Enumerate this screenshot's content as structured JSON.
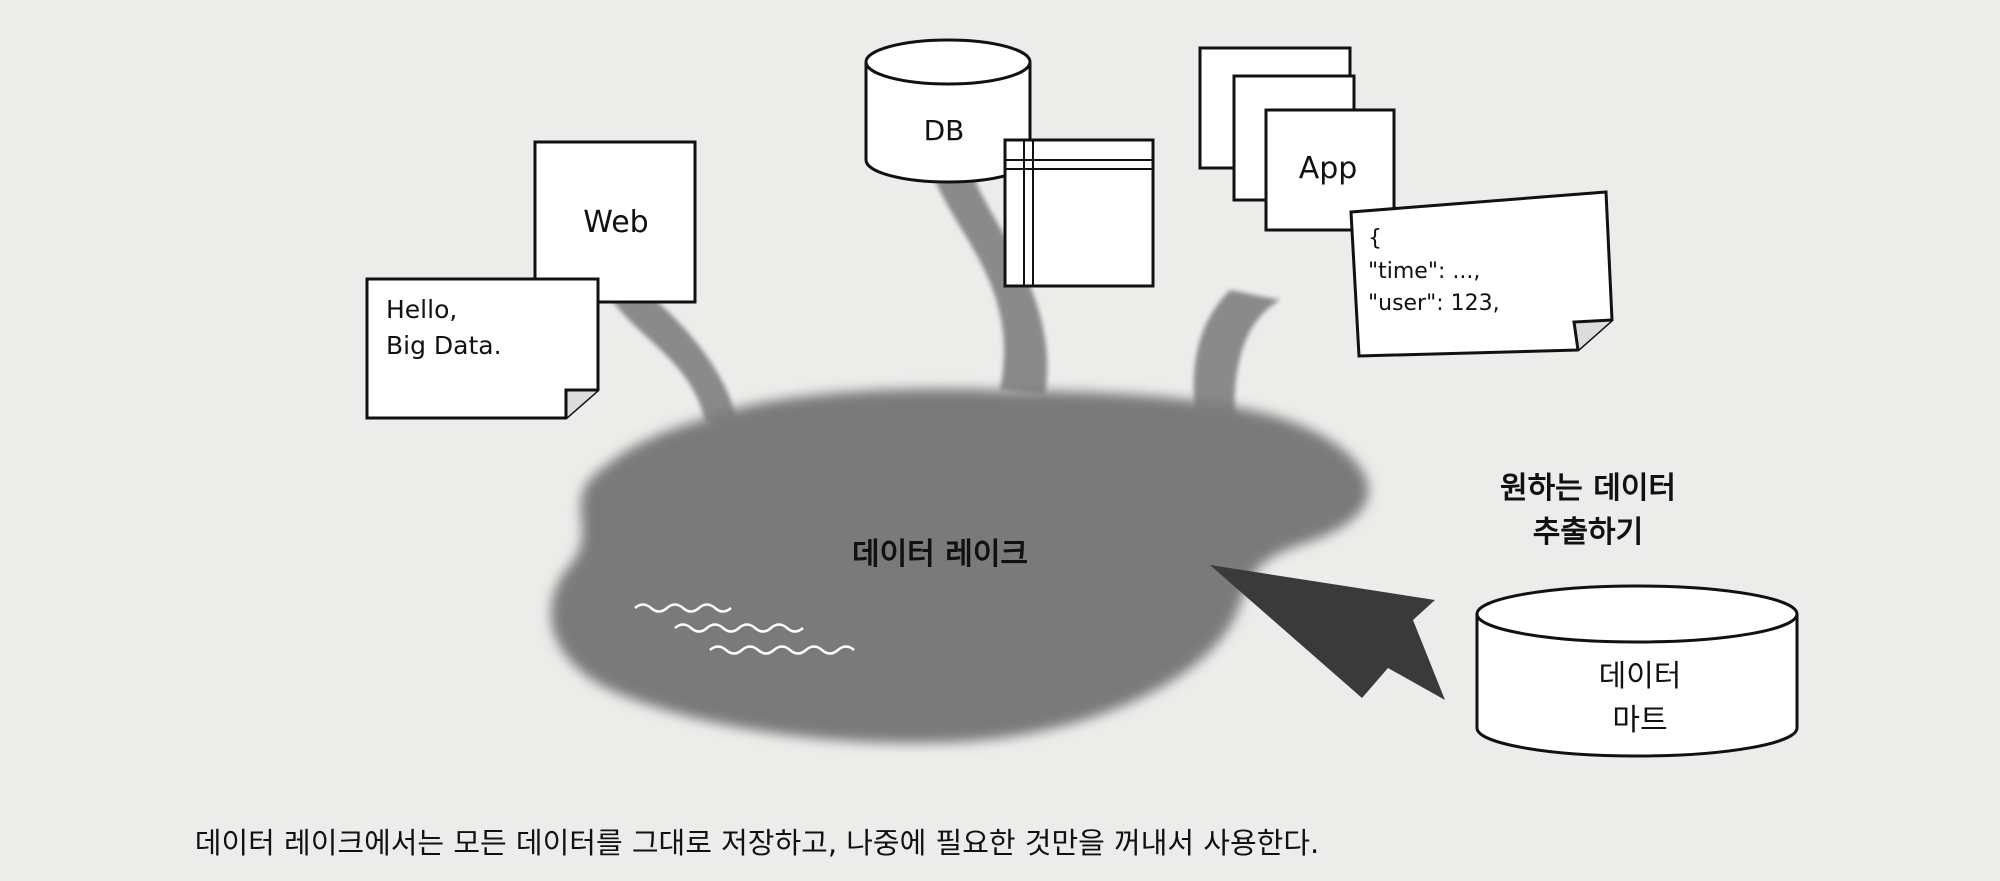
{
  "diagram": {
    "sources": {
      "web": {
        "label": "Web",
        "doc_lines": [
          "Hello,",
          "Big Data."
        ]
      },
      "db": {
        "label": "DB"
      },
      "app": {
        "label": "App",
        "json_lines": [
          "{",
          "\"time\": ...,",
          "\"user\": 123,"
        ]
      }
    },
    "lake": {
      "label": "데이터 레이크"
    },
    "extract": {
      "lines": [
        "원하는 데이터",
        "추출하기"
      ]
    },
    "mart": {
      "lines": [
        "데이터",
        "마트"
      ]
    }
  },
  "caption": "데이터 레이크에서는 모든 데이터를 그대로 저장하고, 나중에 필요한 것만을 꺼내서 사용한다.",
  "colors": {
    "page": "#ececea",
    "lake": "#7a7a7a",
    "pipe": "#8a8a8a",
    "ink": "#111111",
    "paper": "#ffffff",
    "shade": "#cfcfcf"
  }
}
